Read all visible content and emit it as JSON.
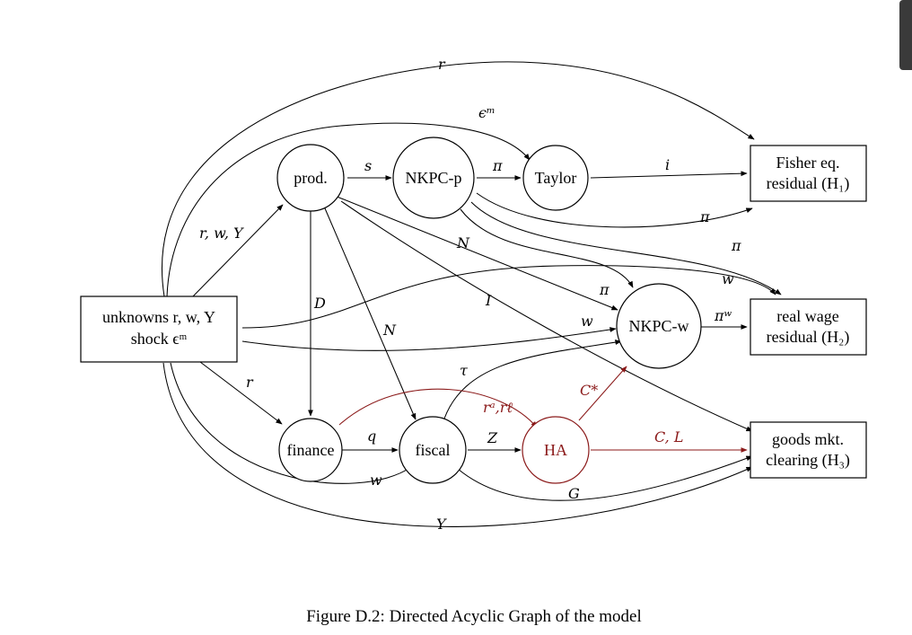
{
  "caption": "Figure D.2: Directed Acyclic Graph of the model",
  "nodes": {
    "unknowns": {
      "line1": "unknowns r, w, Y",
      "line2": "shock ϵᵐ"
    },
    "prod": "prod.",
    "nkpc_p": "NKPC-p",
    "taylor": "Taylor",
    "finance": "finance",
    "fiscal": "fiscal",
    "ha": "HA",
    "nkpc_w": "NKPC-w",
    "fisher": {
      "line1": "Fisher eq.",
      "line2": "residual (H₁)"
    },
    "realwage": {
      "line1": "real wage",
      "line2": "residual (H₂)"
    },
    "goods": {
      "line1": "goods mkt.",
      "line2": "clearing (H₃)"
    }
  },
  "edge_labels": {
    "r_top": "r",
    "eps_m": "ϵᵐ",
    "s": "s",
    "pi_p_taylor": "π",
    "i": "i",
    "pi_to_fisher": "π",
    "pi_to_realwage": "π",
    "rwy": "r, w, Y",
    "N_prod_nkpcw": "N",
    "w_to_realwage": "w",
    "pi_to_nkpcw": "π",
    "D": "D",
    "I": "I",
    "N_prod_fiscal": "N",
    "w_unknowns_nkpcw": "w",
    "pi_w": "πʷ",
    "r_finance": "r",
    "tau": "τ",
    "ra_rl": "rᵃ,rℓ",
    "c_star": "C*",
    "q": "q",
    "Z": "Z",
    "CL": "C, L",
    "w_finance_fiscal": "w",
    "G": "G",
    "Y": "Y"
  },
  "colors": {
    "ink": "#000000",
    "household_red": "#8b1a1a"
  }
}
